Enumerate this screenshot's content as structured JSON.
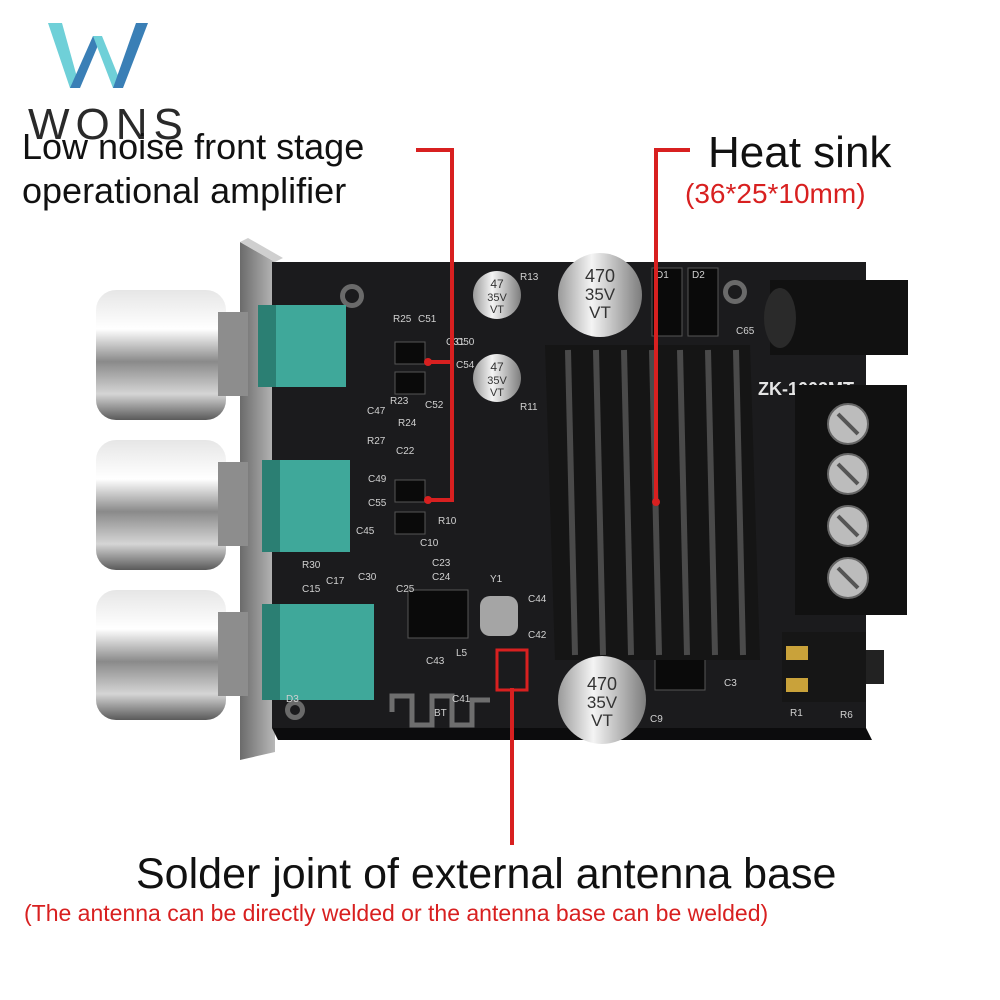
{
  "brand": {
    "wordmark": "WONS"
  },
  "annotations": {
    "op_amp": {
      "line1": "Low noise front stage",
      "line2": "operational amplifier"
    },
    "heat_sink": {
      "title": "Heat sink",
      "dimensions": "(36*25*10mm)"
    },
    "antenna": {
      "title": "Solder joint of external antenna base",
      "note": "(The antenna can be directly welded or the antenna base can be welded)"
    }
  },
  "board": {
    "model": "ZK-1002MT",
    "capacitors": [
      {
        "value": "47",
        "voltage": "35V",
        "series": "VT"
      },
      {
        "value": "47",
        "voltage": "35V",
        "series": "VT"
      },
      {
        "value": "470",
        "voltage": "35V",
        "series": "VT"
      },
      {
        "value": "470",
        "voltage": "35V",
        "series": "VT"
      }
    ],
    "labels": [
      "R25",
      "C51",
      "C31",
      "C50",
      "C54",
      "C52",
      "R23",
      "R24",
      "C47",
      "R27",
      "C22",
      "C49",
      "C55",
      "C45",
      "C23",
      "C24",
      "C30",
      "C17",
      "C15",
      "R30",
      "C25",
      "C41",
      "C43",
      "L5",
      "BT",
      "Y1",
      "C44",
      "C42",
      "R13",
      "R11",
      "R10",
      "C10",
      "D1",
      "D2",
      "C65",
      "C3",
      "C9",
      "R1",
      "R6",
      "D3"
    ]
  },
  "colors": {
    "accent_red": "#d82020",
    "pcb": "#1b1b1d",
    "pot_teal": "#3fa89a",
    "logo_teal": "#5bc6cf"
  }
}
